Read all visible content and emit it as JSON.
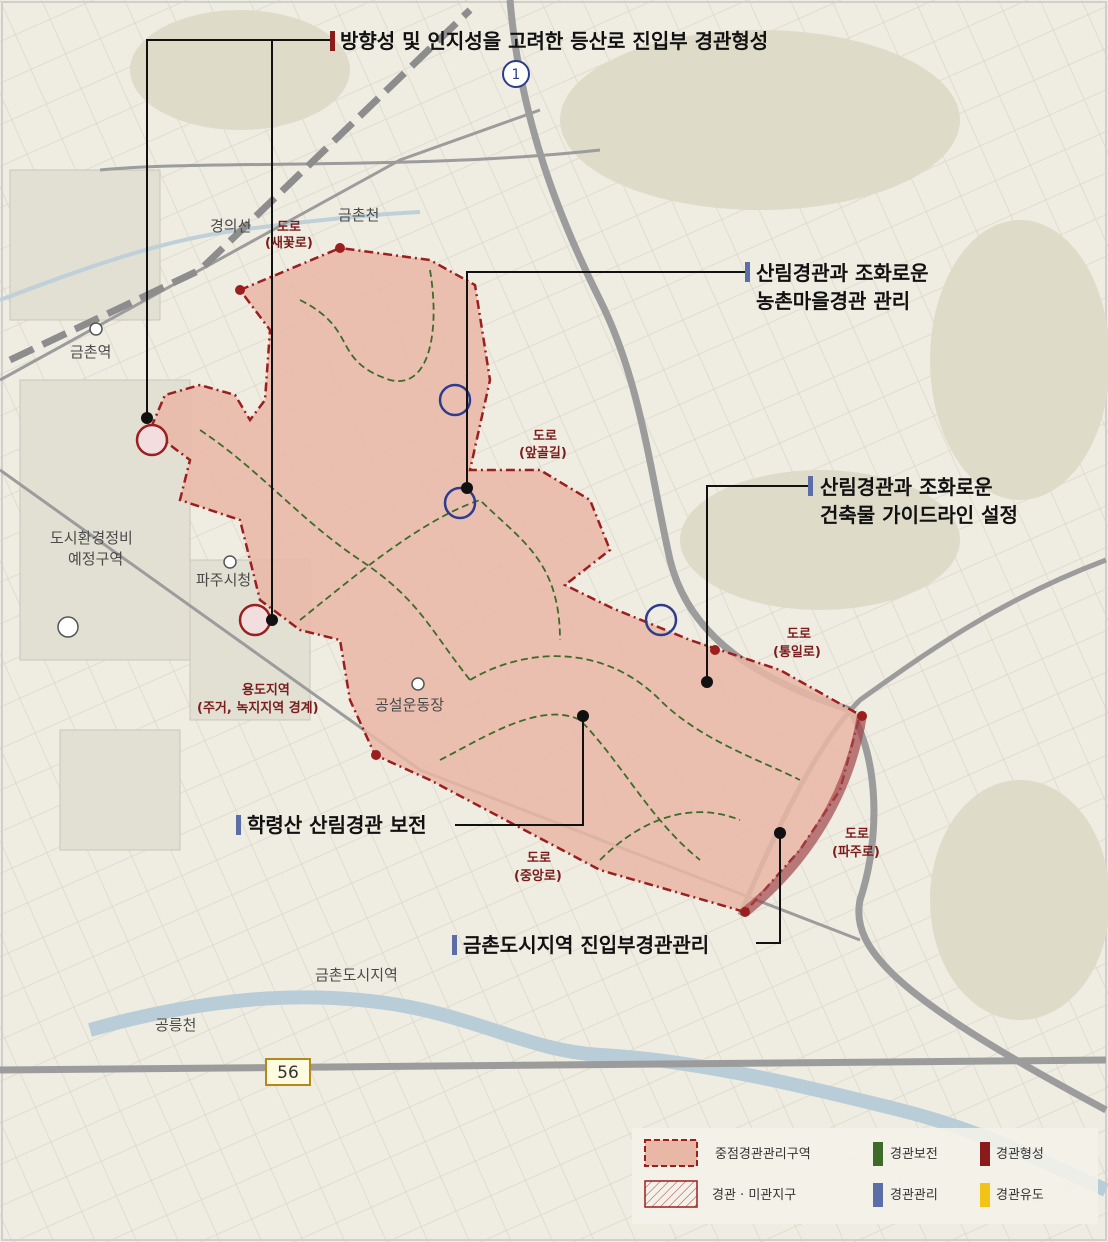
{
  "annotations": {
    "entrance": "방향성 및 인지성을 고려한 등산로 진입부 경관형성",
    "village_1": "산림경관과 조화로운",
    "village_2": "농촌마을경관 관리",
    "building_1": "산림경관과 조화로운",
    "building_2": "건축물 가이드라인 설정",
    "preserve": "학령산 산림경관 보전",
    "city_entrance": "금촌도시지역 진입부경관관리"
  },
  "place_labels": {
    "gyeongui_line": "경의선",
    "geumchon_stream": "금촌천",
    "geumchon_station": "금촌역",
    "urban_redevelopment_1": "도시환경정비",
    "urban_redevelopment_2": "예정구역",
    "paju_city_hall": "파주시청",
    "public_stadium": "공설운동장",
    "geumchon_urban_area": "금촌도시지역",
    "gongneung_stream": "공릉천"
  },
  "roads": {
    "saekkot_1": "도로",
    "saekkot_2": "(새꽃로)",
    "apgol_1": "도로",
    "apgol_2": "(앞골길)",
    "tongil_1": "도로",
    "tongil_2": "(통일로)",
    "paju_1": "도로",
    "paju_2": "(파주로)",
    "jungang_1": "도로",
    "jungang_2": "(중앙로)",
    "zoning_1": "용도지역",
    "zoning_2": "(주거, 녹지지역 경계)"
  },
  "shields": {
    "national_route": "1",
    "route_56": "56"
  },
  "legend": {
    "key_zone": "중점경관관리구역",
    "aesthetic_zone": "경관 · 미관지구",
    "preserve": "경관보전",
    "formation": "경관형성",
    "management": "경관관리",
    "guidance": "경관유도"
  },
  "colors": {
    "preserve": "#3e6b2a",
    "formation": "#8b1a1a",
    "management": "#5b6ea8",
    "guidance": "#f3c316",
    "zone_fill": "#e9b7a6",
    "zone_border": "#9b1f1f",
    "map_base": "#efece2"
  }
}
